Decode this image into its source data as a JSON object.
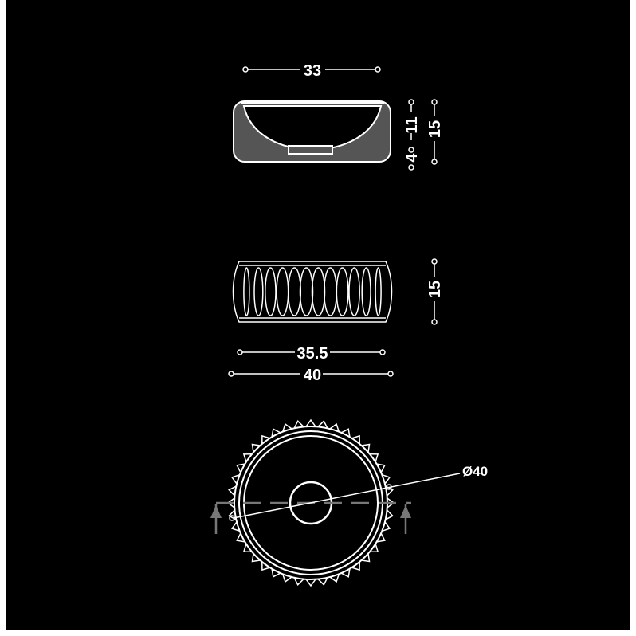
{
  "dimensions": {
    "top_width": "33",
    "basin_depth": "11",
    "base_height": "4",
    "section_height": "15",
    "front_height": "15",
    "inner_width": "35.5",
    "outer_width": "40",
    "diameter": "Ø40"
  },
  "front_view": {
    "rib_count": 12
  },
  "plan_view": {
    "tooth_count": 40
  },
  "colors": {
    "background": "#000000",
    "line": "#ffffff",
    "section_fill": "#555555",
    "cut_line": "#777777"
  }
}
